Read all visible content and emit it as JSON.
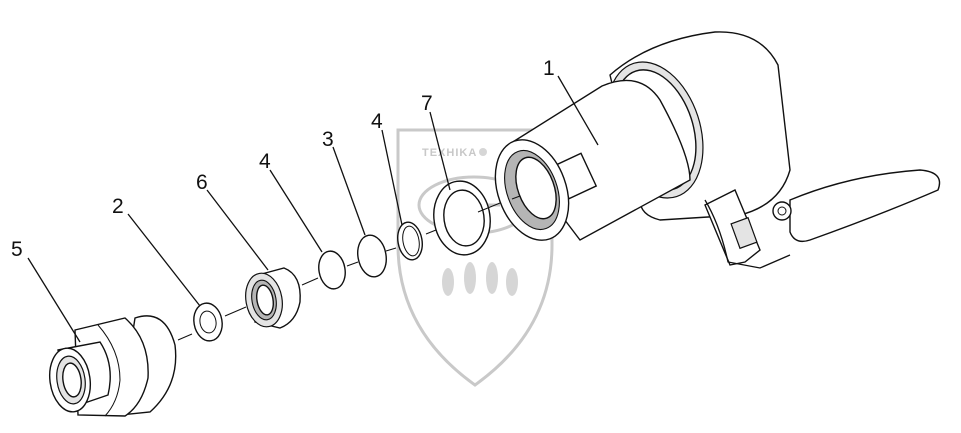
{
  "watermark": {
    "text": "TEXHIKA",
    "colors": {
      "stroke": "#c9c9c9",
      "fill": "#d6d6d6"
    }
  },
  "diagram": {
    "labels": [
      {
        "id": "label-1",
        "text": "1"
      },
      {
        "id": "label-7",
        "text": "7"
      },
      {
        "id": "label-4a",
        "text": "4"
      },
      {
        "id": "label-3",
        "text": "3"
      },
      {
        "id": "label-4b",
        "text": "4"
      },
      {
        "id": "label-6",
        "text": "6"
      },
      {
        "id": "label-2",
        "text": "2"
      },
      {
        "id": "label-5",
        "text": "5"
      }
    ]
  }
}
